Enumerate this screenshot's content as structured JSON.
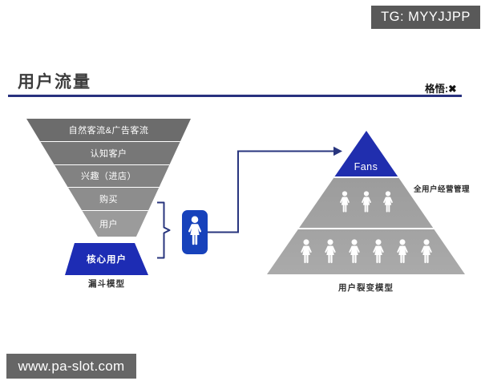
{
  "badge": {
    "label": "TG: MYYJJPP"
  },
  "header": {
    "title": "用户流量",
    "brand": "格悟:✖"
  },
  "funnel": {
    "caption": "漏斗模型",
    "layers": [
      {
        "label": "自然客流&广告客流"
      },
      {
        "label": "认知客户"
      },
      {
        "label": "兴趣（进店）"
      },
      {
        "label": "购买"
      },
      {
        "label": "用户"
      }
    ],
    "core": {
      "label": "核心用户",
      "color": "#1d2cb4"
    }
  },
  "pyramid": {
    "caption": "用户裂变模型",
    "top": {
      "label": "Fans",
      "color": "#202eae"
    },
    "annotation": "全用户经营管理",
    "tiers": [
      {
        "name": "fans-tier",
        "people": 0
      },
      {
        "name": "middle-tier",
        "people": 3
      },
      {
        "name": "bottom-tier",
        "people": 6
      }
    ]
  },
  "watermark": {
    "label": "www.pa-slot.com"
  },
  "colors": {
    "accent_line": "#28317e",
    "icon_box_blue": "#1742bb",
    "core_blue": "#1d2cb4",
    "fans_blue": "#202eae",
    "badge_gray": "#595959",
    "watermark_gray": "#666666",
    "funnel_grays": [
      "#6c6c6c",
      "#777777",
      "#828282",
      "#8d8d8d",
      "#9b9b9b"
    ]
  }
}
